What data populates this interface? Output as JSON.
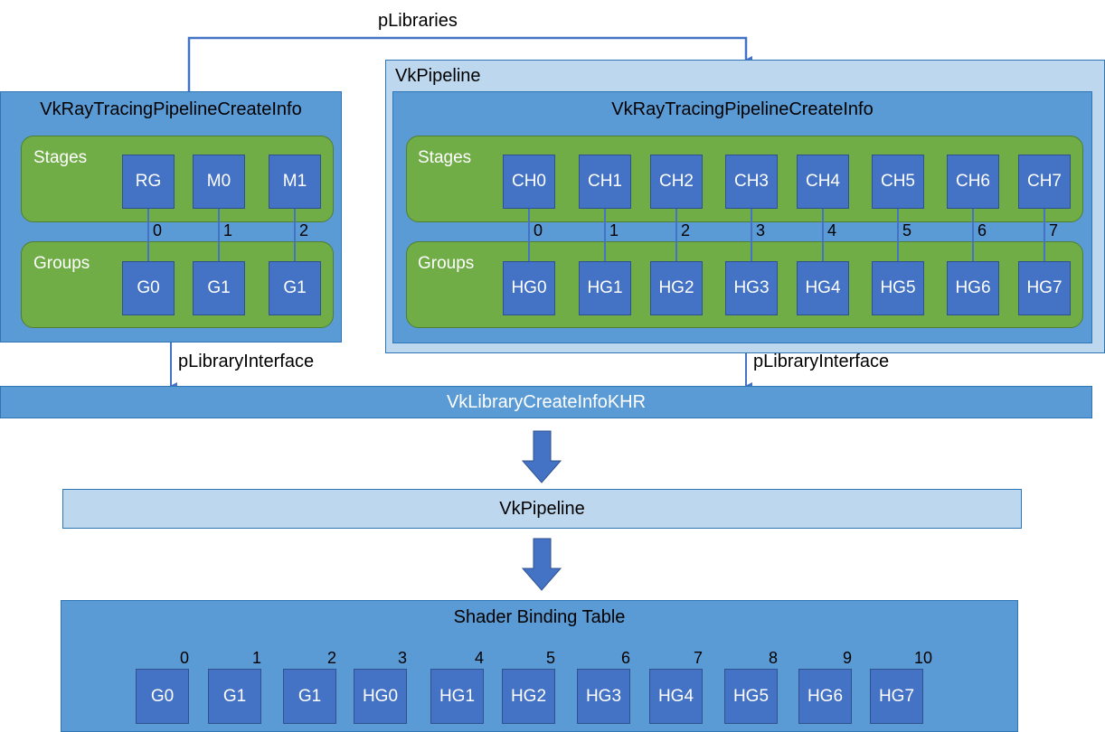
{
  "top_label": "pLibraries",
  "left_library": {
    "title": "VkRayTracingPipelineCreateInfo",
    "stages_label": "Stages",
    "groups_label": "Groups",
    "stages": [
      "RG",
      "M0",
      "M1"
    ],
    "indices": [
      "0",
      "1",
      "2"
    ],
    "groups": [
      "G0",
      "G1",
      "G1"
    ]
  },
  "right_pipeline": {
    "title": "VkPipeline",
    "inner_title": "VkRayTracingPipelineCreateInfo",
    "stages_label": "Stages",
    "groups_label": "Groups",
    "stages": [
      "CH0",
      "CH1",
      "CH2",
      "CH3",
      "CH4",
      "CH5",
      "CH6",
      "CH7"
    ],
    "indices": [
      "0",
      "1",
      "2",
      "3",
      "4",
      "5",
      "6",
      "7"
    ],
    "groups": [
      "HG0",
      "HG1",
      "HG2",
      "HG3",
      "HG4",
      "HG5",
      "HG6",
      "HG7"
    ]
  },
  "left_interface_label": "pLibraryInterface",
  "right_interface_label": "pLibraryInterface",
  "library_create_info": "VkLibraryCreateInfoKHR",
  "result_pipeline": "VkPipeline",
  "sbt": {
    "title": "Shader Binding Table",
    "indices": [
      "0",
      "1",
      "2",
      "3",
      "4",
      "5",
      "6",
      "7",
      "8",
      "9",
      "10"
    ],
    "entries": [
      "G0",
      "G1",
      "G1",
      "HG0",
      "HG1",
      "HG2",
      "HG3",
      "HG4",
      "HG5",
      "HG6",
      "HG7"
    ]
  }
}
